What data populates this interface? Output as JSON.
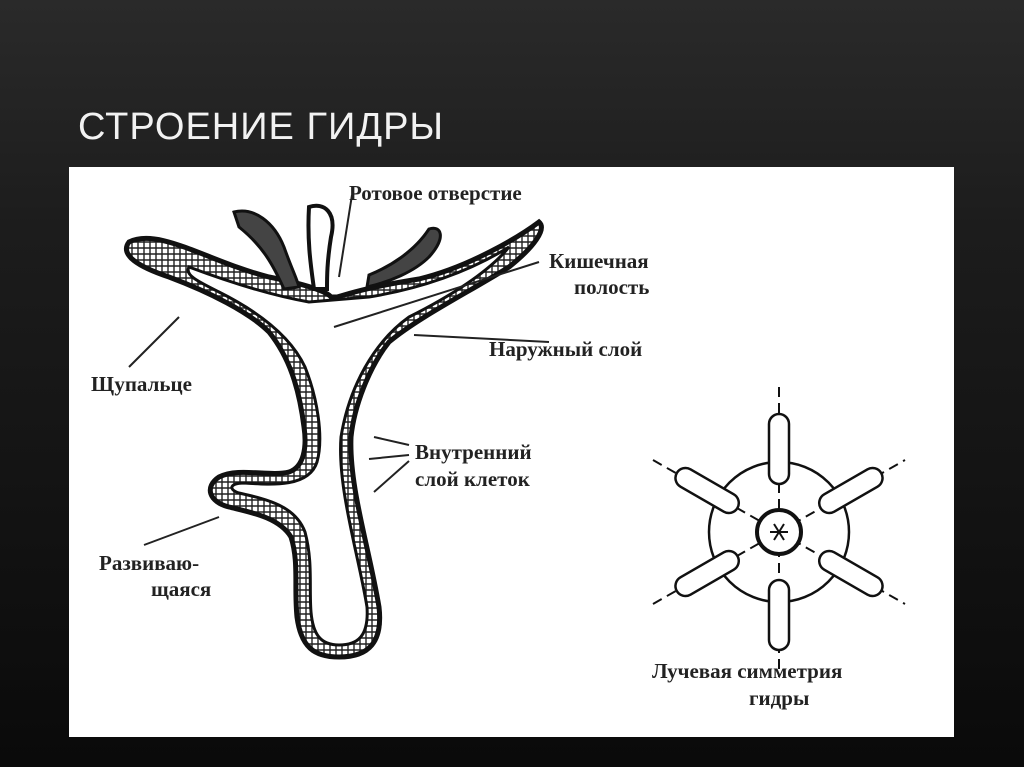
{
  "slide": {
    "title": "СТРОЕНИЕ ГИДРЫ"
  },
  "diagram": {
    "labels": {
      "mouth": "Ротовое отверстие",
      "gut_cavity_line1": "Кишечная",
      "gut_cavity_line2": "полость",
      "outer_layer": "Наружный слой",
      "tentacle": "Щупальце",
      "inner_layer_line1": "Внутренний",
      "inner_layer_line2": "слой клеток",
      "bud_line1": "Развиваю-",
      "bud_line2": "щаяся",
      "symmetry_line1": "Лучевая симметрия",
      "symmetry_line2": "гидры"
    }
  }
}
